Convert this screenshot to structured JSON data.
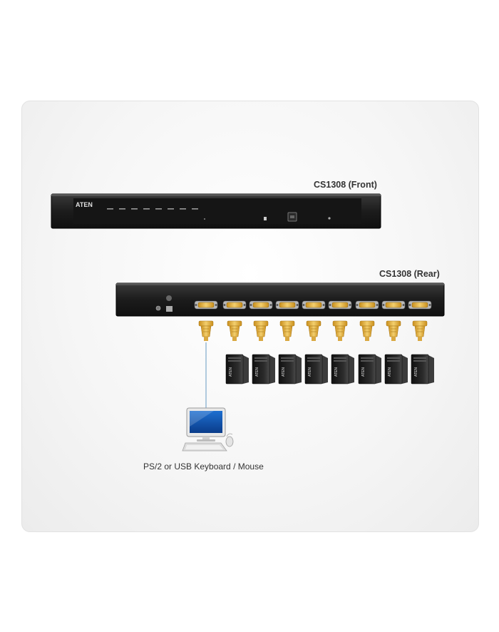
{
  "front_label": "CS1308 (Front)",
  "rear_label": "CS1308 (Rear)",
  "brand": "ATEN",
  "caption": "PS/2 or USB Keyboard / Mouse",
  "pc_logo": "ATEN",
  "pc_count": 8,
  "colors": {
    "device_body": "#1c1c1c",
    "connector": "#e8b84a",
    "cable": "#7fa9cc"
  }
}
